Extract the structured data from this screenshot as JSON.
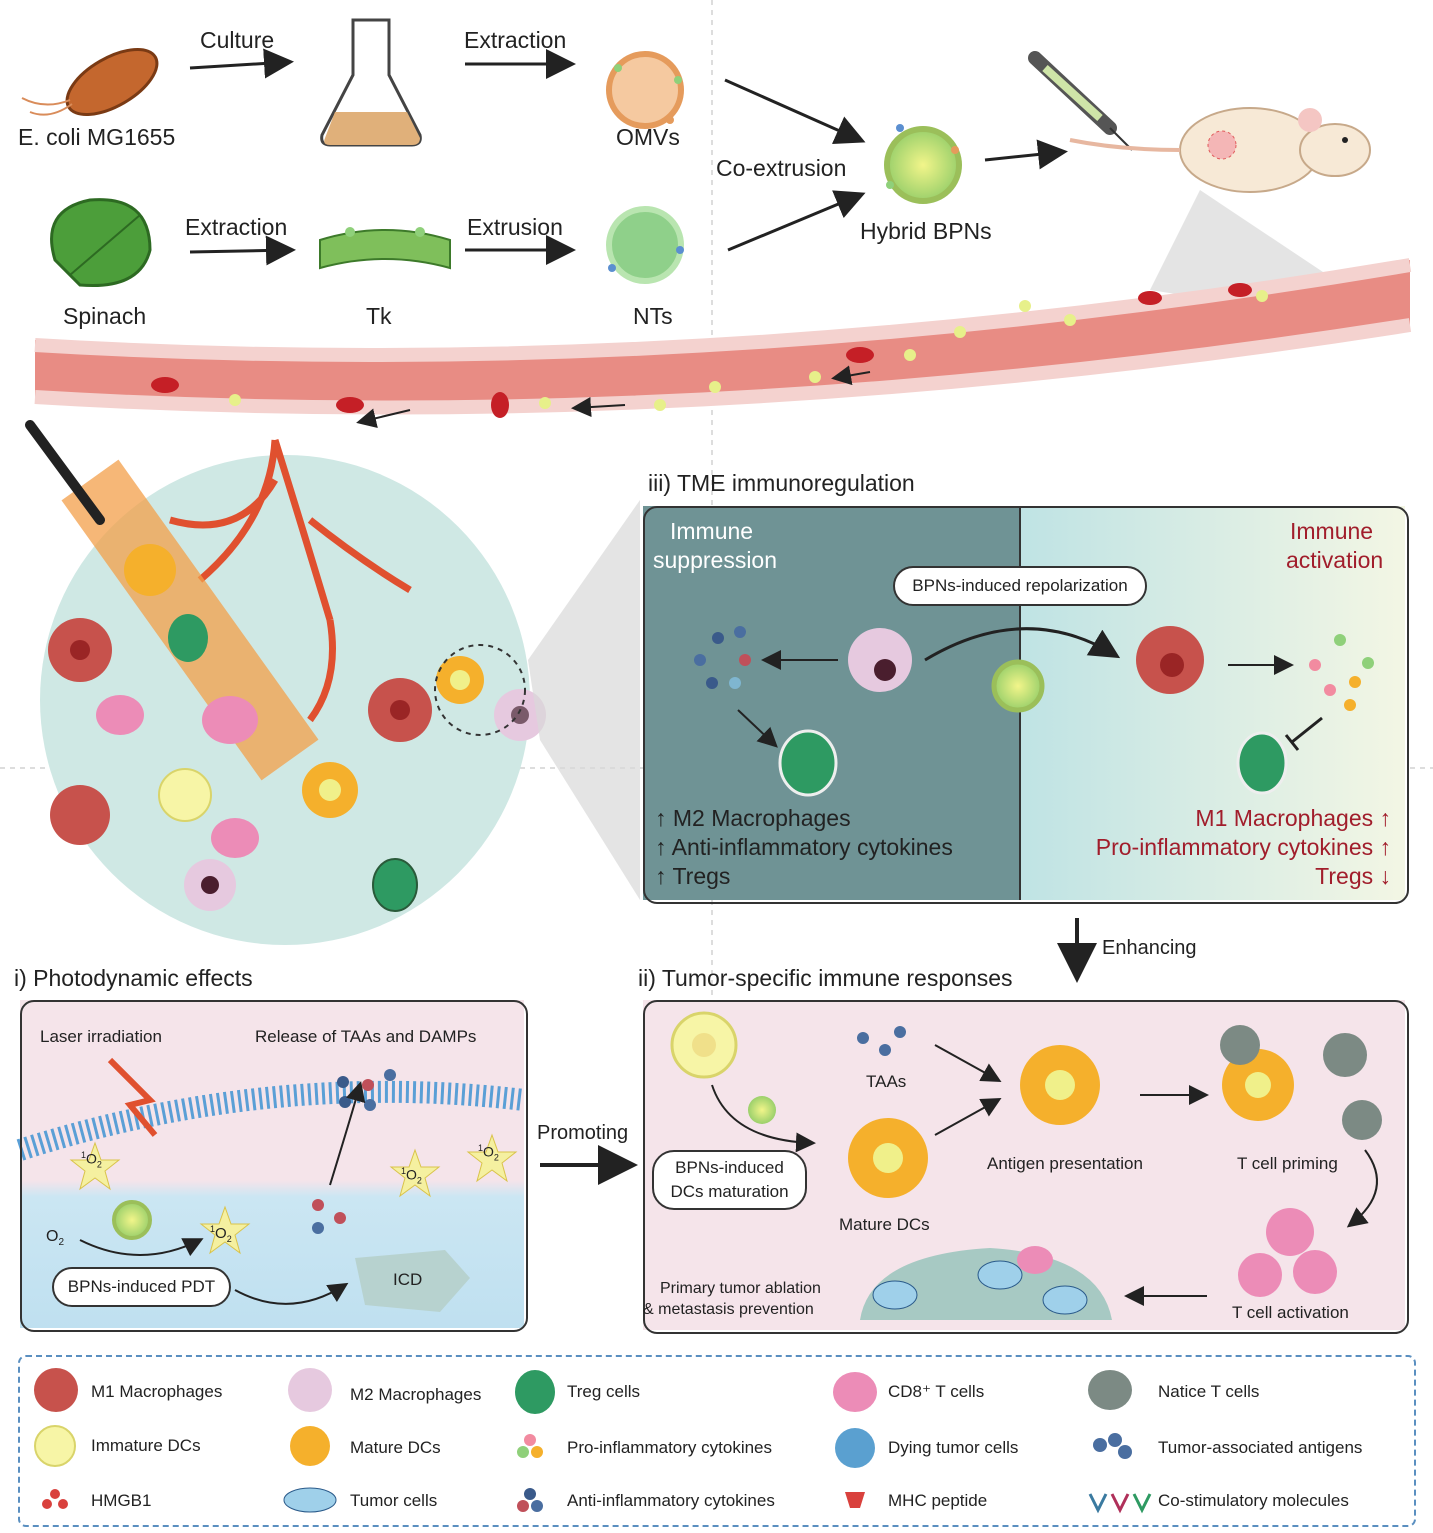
{
  "top": {
    "ecoli": "E. coli MG1655",
    "culture": "Culture",
    "extraction1": "Extraction",
    "omvs": "OMVs",
    "coextrusion": "Co-extrusion",
    "hybrid": "Hybrid BPNs",
    "spinach": "Spinach",
    "extraction2": "Extraction",
    "tk": "Tk",
    "extrusion": "Extrusion",
    "nts": "NTs"
  },
  "tme": {
    "title": "iii) TME immunoregulation",
    "suppression": [
      "Immune",
      "suppression"
    ],
    "activation": [
      "Immune",
      "activation"
    ],
    "repolarization": "BPNs-induced repolarization",
    "left_effects": [
      "↑ M2 Macrophages",
      "↑ Anti-inflammatory cytokines",
      "↑ Tregs"
    ],
    "right_effects": [
      "M1 Macrophages ↑",
      "Pro-inflammatory cytokines ↑",
      "Tregs ↓"
    ],
    "enhancing": "Enhancing"
  },
  "pdt": {
    "title": "i) Photodynamic effects",
    "laser": "Laser irradiation",
    "release": "Release of TAAs and DAMPs",
    "o2": "O",
    "singlet": "O",
    "bpns_pdt": "BPNs-induced PDT",
    "icd": "ICD",
    "promoting": "Promoting"
  },
  "immune": {
    "title": "ii) Tumor-specific immune responses",
    "taas": "TAAs",
    "dc_maturation": [
      "BPNs-induced",
      "DCs maturation"
    ],
    "mature_dcs": "Mature DCs",
    "antigen_presentation": "Antigen presentation",
    "t_priming": "T cell priming",
    "t_activation": "T cell activation",
    "outcome": [
      "Primary tumor ablation",
      "& metastasis prevention"
    ]
  },
  "legend": [
    {
      "icon": "m1-macrophage-icon",
      "label": "M1 Macrophages"
    },
    {
      "icon": "m2-macrophage-icon",
      "label": "M2 Macrophages"
    },
    {
      "icon": "treg-cell-icon",
      "label": "Treg cells"
    },
    {
      "icon": "cd8-t-cell-icon",
      "label": "CD8⁺ T cells"
    },
    {
      "icon": "naive-t-cell-icon",
      "label": "Natice T cells"
    },
    {
      "icon": "immature-dc-icon",
      "label": "Immature DCs"
    },
    {
      "icon": "mature-dc-icon",
      "label": "Mature DCs"
    },
    {
      "icon": "pro-cytokine-icon",
      "label": "Pro-inflammatory cytokines"
    },
    {
      "icon": "dying-tumor-cell-icon",
      "label": "Dying tumor cells"
    },
    {
      "icon": "tumor-antigen-icon",
      "label": "Tumor-associated antigens"
    },
    {
      "icon": "hmgb1-icon",
      "label": "HMGB1"
    },
    {
      "icon": "tumor-cell-icon",
      "label": "Tumor cells"
    },
    {
      "icon": "anti-cytokine-icon",
      "label": "Anti-inflammatory cytokines"
    },
    {
      "icon": "mhc-peptide-icon",
      "label": "MHC peptide"
    },
    {
      "icon": "co-stimulatory-icon",
      "label": "Co-stimulatory molecules"
    }
  ],
  "colors": {
    "vessel": "#e06a6a",
    "tumor_bg": "#cfe8e4",
    "suppression_bg": "#6f9395",
    "activation_bg": "#dff3ef",
    "pdt_bg": "#f5e4ea",
    "accent_red": "#a11d2b"
  }
}
